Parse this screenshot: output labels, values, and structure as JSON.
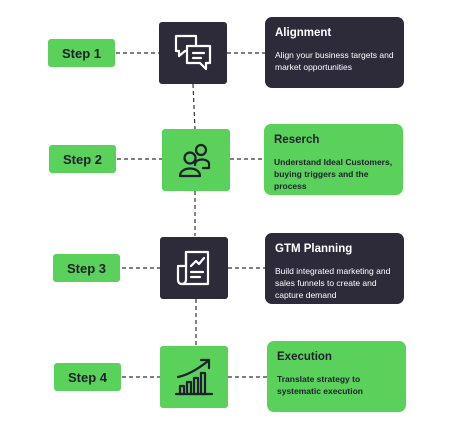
{
  "steps": [
    {
      "label": "Step 1",
      "icon": "chat-bubbles-icon",
      "title": "Alignment",
      "description": "Align your business targets and market opportunities",
      "theme": "dark"
    },
    {
      "label": "Step 2",
      "icon": "people-icon",
      "title": "Reserch",
      "description": "Understand Ideal Customers, buying triggers and the process",
      "theme": "green"
    },
    {
      "label": "Step 3",
      "icon": "report-chart-icon",
      "title": "GTM Planning",
      "description": "Build integrated marketing and sales funnels to create and capture demand",
      "theme": "dark"
    },
    {
      "label": "Step 4",
      "icon": "growth-chart-icon",
      "title": "Execution",
      "description": "Translate strategy to systematic execution",
      "theme": "green"
    }
  ],
  "colors": {
    "green": "#5ad15a",
    "dark": "#2d2a3a",
    "connector": "#333333"
  }
}
